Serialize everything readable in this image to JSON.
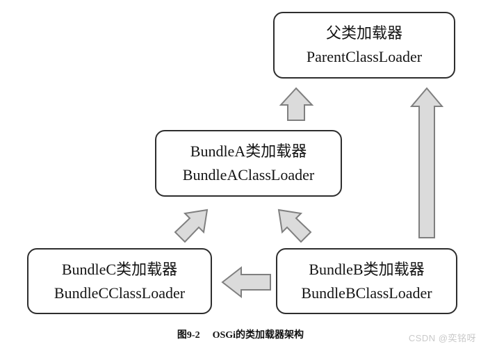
{
  "diagram": {
    "nodes": {
      "parent": {
        "line1": "父类加载器",
        "line2": "ParentClassLoader"
      },
      "bundle_a": {
        "line1": "BundleA类加载器",
        "line2": "BundleAClassLoader"
      },
      "bundle_c": {
        "line1": "BundleC类加载器",
        "line2": "BundleCClassLoader"
      },
      "bundle_b": {
        "line1": "BundleB类加载器",
        "line2": "BundleBClassLoader"
      }
    },
    "edges": [
      {
        "from": "bundle_a",
        "to": "parent",
        "style": "short-up-arrow"
      },
      {
        "from": "bundle_b",
        "to": "parent",
        "style": "tall-up-arrow"
      },
      {
        "from": "bundle_c",
        "to": "bundle_a",
        "style": "diagonal-up-right-arrow"
      },
      {
        "from": "bundle_b",
        "to": "bundle_a",
        "style": "diagonal-up-left-arrow"
      },
      {
        "from": "bundle_b",
        "to": "bundle_c",
        "style": "horizontal-left-arrow"
      }
    ],
    "colors": {
      "arrow_fill": "#dbdbdb",
      "arrow_stroke": "#7f7f7f",
      "box_border": "#2d2d2d",
      "background": "#ffffff",
      "watermark": "#c9c9c9"
    }
  },
  "caption": {
    "figure_label": "图9-2",
    "title": "OSGi的类加载器架构"
  },
  "watermark": {
    "text": "CSDN @奕铭呀"
  }
}
